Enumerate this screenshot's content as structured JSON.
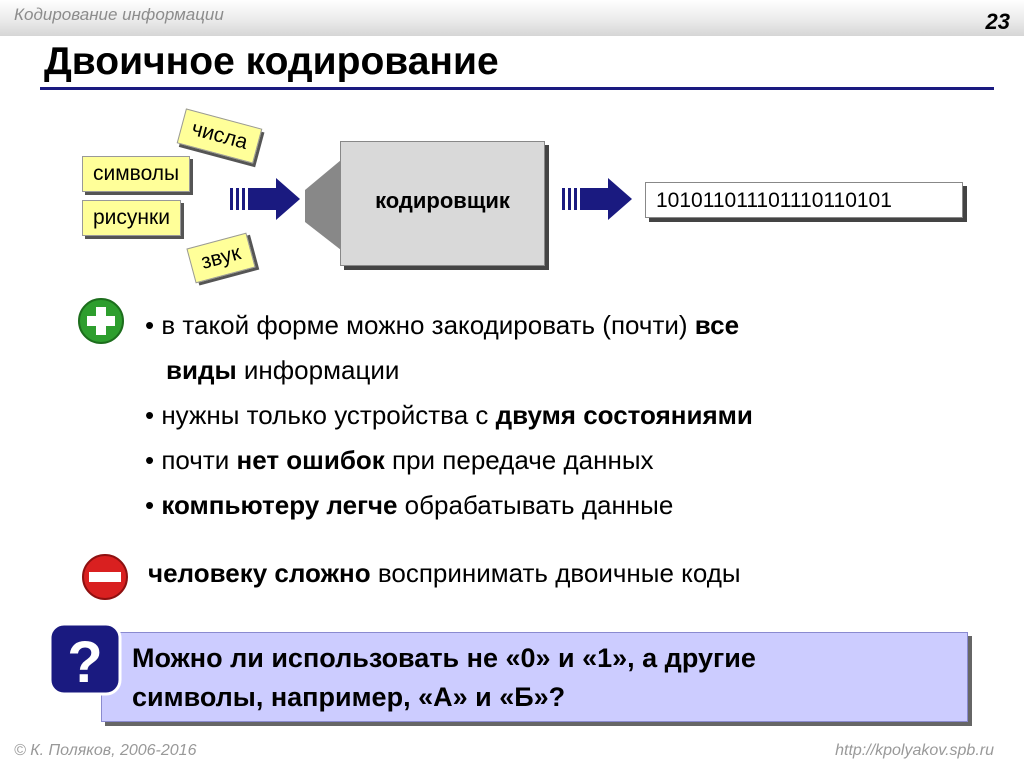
{
  "header": {
    "topic": "Кодирование информации",
    "page_number": "23"
  },
  "title": "Двоичное кодирование",
  "diagram": {
    "inputs": [
      "числа",
      "символы",
      "рисунки",
      "звук"
    ],
    "encoder_label": "кодировщик",
    "output": "10101101110111011010​1"
  },
  "pros": {
    "icon": "plus-icon",
    "items": [
      {
        "line1_pre": "• в такой форме можно закодировать (почти) ",
        "line1_bold": "все",
        "line2_bold": "виды",
        "line2_post": " информации"
      },
      {
        "pre": "• нужны только устройства с ",
        "bold": "двумя состояниями",
        "post": ""
      },
      {
        "pre": "• почти ",
        "bold": "нет ошибок",
        "post": " при передаче данных"
      },
      {
        "pre": "• ",
        "bold": "компьютеру легче",
        "post": " обрабатывать данные"
      }
    ]
  },
  "cons": {
    "icon": "minus-icon",
    "bold": "человеку сложно",
    "post": " воспринимать двоичные коды"
  },
  "question": {
    "icon": "question-icon",
    "line1": "Можно ли использовать не «0» и «1», а другие",
    "line2": "символы, например, «А» и «Б»?"
  },
  "footer": {
    "author": "© К. Поляков, 2006-2016",
    "url": "http://kpolyakov.spb.ru"
  },
  "colors": {
    "title_rule": "#1a1a80",
    "tag_bg": "#ffff99",
    "question_bg": "#ccccff",
    "plus": "#2e9e2e",
    "minus": "#d92020",
    "question_icon": "#1a1a80"
  }
}
